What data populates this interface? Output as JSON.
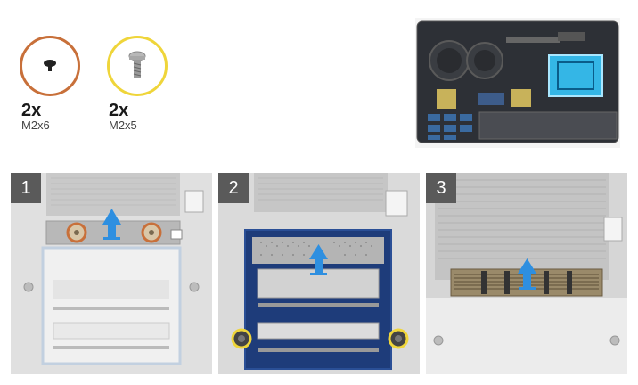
{
  "screws": [
    {
      "count": "2x",
      "size": "M2x6",
      "ring_color": "#c8703a",
      "icon": "screw-m2x6-icon"
    },
    {
      "count": "2x",
      "size": "M2x5",
      "ring_color": "#efd53a",
      "icon": "screw-m2x5-icon"
    }
  ],
  "steps": [
    {
      "number": "1"
    },
    {
      "number": "2"
    },
    {
      "number": "3"
    }
  ],
  "colors": {
    "arrow": "#2e8fe0",
    "frame_blue": "#1e3c7a",
    "panel_bg": "#dedede",
    "step_badge": "#5a5a5a"
  }
}
